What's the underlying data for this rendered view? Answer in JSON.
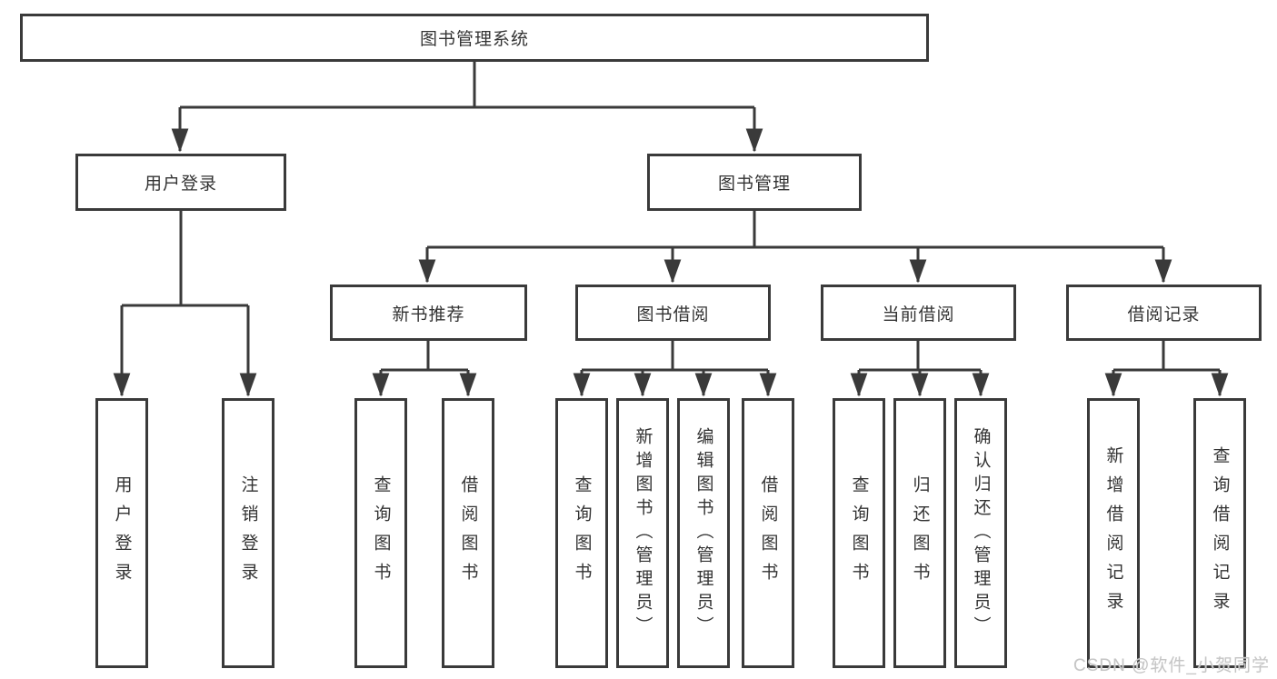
{
  "diagram": {
    "title": "图书管理系统",
    "nodes": {
      "root": {
        "label": "图书管理系统"
      },
      "level2": [
        {
          "label": "用户登录"
        },
        {
          "label": "图书管理"
        }
      ],
      "level3": [
        {
          "label": "新书推荐"
        },
        {
          "label": "图书借阅"
        },
        {
          "label": "当前借阅"
        },
        {
          "label": "借阅记录"
        }
      ],
      "leaves": [
        {
          "label": "用户登录"
        },
        {
          "label": "注销登录"
        },
        {
          "label": "查询图书"
        },
        {
          "label": "借阅图书"
        },
        {
          "label": "查询图书"
        },
        {
          "label": "新增图书（管理员）"
        },
        {
          "label": "编辑图书（管理员）"
        },
        {
          "label": "借阅图书"
        },
        {
          "label": "查询图书"
        },
        {
          "label": "归还图书"
        },
        {
          "label": "确认归还（管理员）"
        },
        {
          "label": "新增借阅记录"
        },
        {
          "label": "查询借阅记录"
        }
      ]
    },
    "colors": {
      "line": "#3a3a3a",
      "box_border": "#3a3a3a",
      "box_fill": "#ffffff",
      "text": "#333333",
      "watermark": "#c6c6c6"
    },
    "watermark": {
      "text": "CSDN @软件_小贺同学"
    }
  }
}
